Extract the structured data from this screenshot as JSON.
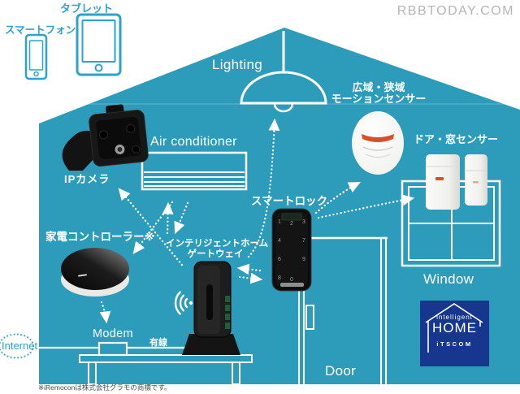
{
  "watermark": "RBBTODAY.COM",
  "client_devices": {
    "smartphone_label": "スマートフォン",
    "tablet_label": "タブレット"
  },
  "house": {
    "lighting_label": "Lighting",
    "air_conditioner_label": "Air conditioner",
    "ip_camera_label": "IPカメラ",
    "motion_sensor_label_line1": "広域・狭域",
    "motion_sensor_label_line2": "モーションセンサー",
    "door_window_sensor_label": "ドア・窓センサー",
    "smart_lock_label": "スマートロック",
    "appliance_controller_label": "家電コントローラー※",
    "gateway_label_line1": "インテリジェントホーム",
    "gateway_label_line2": "ゲートウェイ",
    "window_label": "Window",
    "door_label": "Door",
    "modem_label": "Modem",
    "wired_label": "有線",
    "internet_label": "Internet"
  },
  "smart_lock_keypad": [
    "1",
    "2",
    "3",
    "4",
    "7",
    "6",
    "9",
    "8",
    "0"
  ],
  "logo": {
    "top": "intelligent",
    "main": "HOME",
    "bottom": "iTSCOM"
  },
  "footnote": "※iRemoconは株式会社グラモの商標です。",
  "colors": {
    "house_teal": "#2D9CBA",
    "accent_blue": "#2BA3CB",
    "logo_navy": "#17378E",
    "sensor_red": "#D94F2A",
    "white": "#FFFFFF"
  }
}
